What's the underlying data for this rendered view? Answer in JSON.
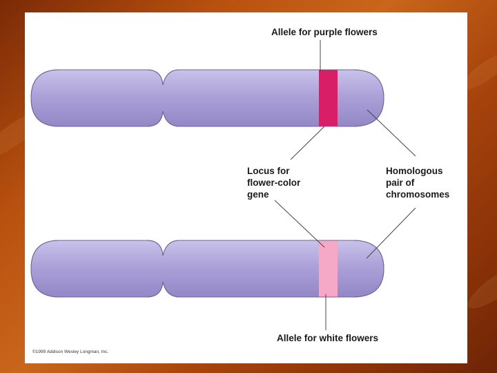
{
  "labels": {
    "purple_allele": "Allele for purple flowers",
    "locus_line1": "Locus for",
    "locus_line2": "flower-color",
    "locus_line3": "gene",
    "homologous_line1": "Homologous",
    "homologous_line2": "pair of",
    "homologous_line3": "chromosomes",
    "white_allele": "Allele for white flowers"
  },
  "copyright": "©1999 Addison Wesley Longman, Inc.",
  "colors": {
    "chromosome": "#a99fd6",
    "chromosome_outline": "#6e6496",
    "purple_allele": "#d81e66",
    "white_allele": "#f5a9c6",
    "background": "#a8440c",
    "panel": "#ffffff"
  }
}
